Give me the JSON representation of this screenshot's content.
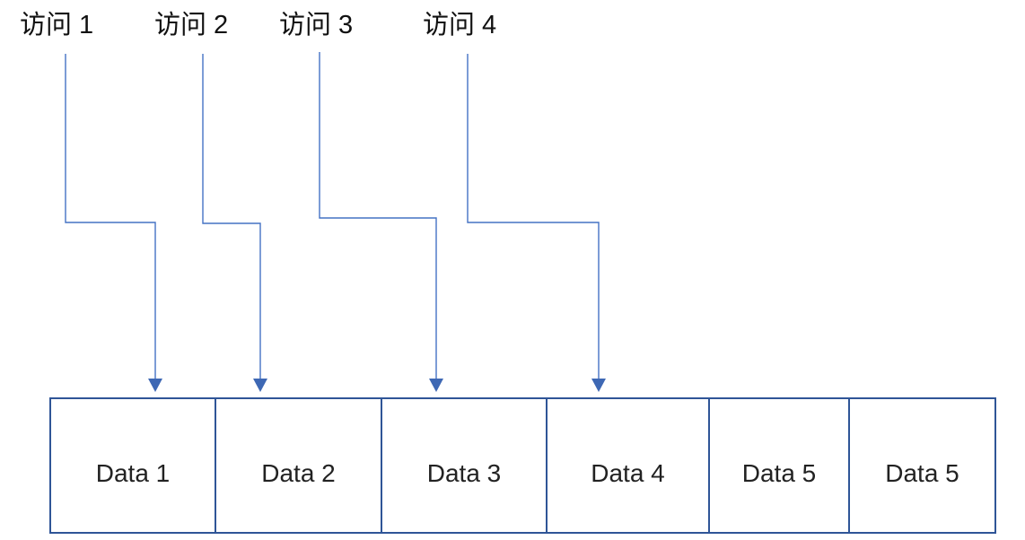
{
  "diagram": {
    "access_labels": [
      {
        "label": "访问 1"
      },
      {
        "label": "访问 2"
      },
      {
        "label": "访问 3"
      },
      {
        "label": "访问 4"
      }
    ],
    "data_cells": [
      {
        "label": "Data 1"
      },
      {
        "label": "Data 2"
      },
      {
        "label": "Data 3"
      },
      {
        "label": "Data 4"
      },
      {
        "label": "Data 5"
      },
      {
        "label": "Data 5"
      }
    ],
    "colors": {
      "connector": "#4472C4",
      "arrowhead": "#3E68B4",
      "box_border": "#2F5597",
      "label_text": "#111111",
      "cell_text": "#222222"
    }
  }
}
